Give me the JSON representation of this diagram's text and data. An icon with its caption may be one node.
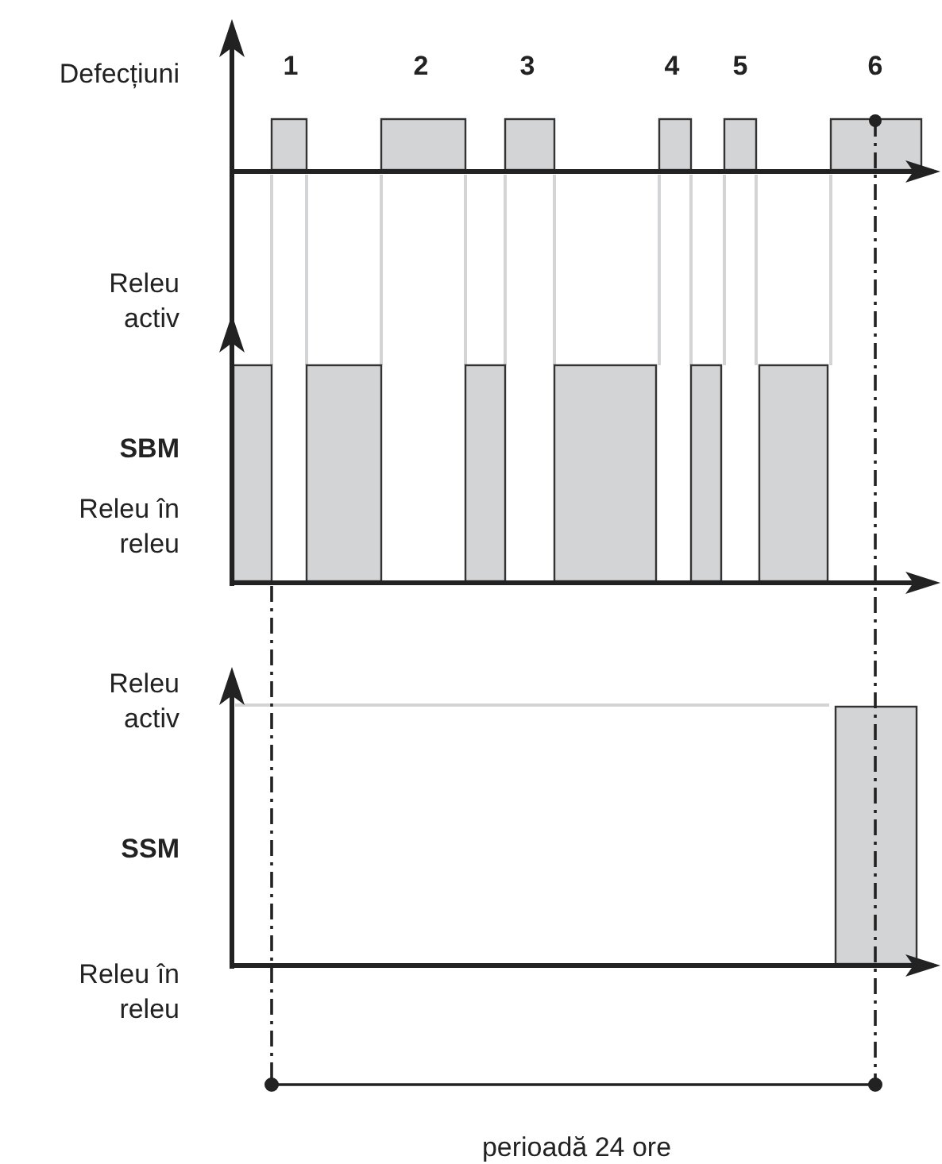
{
  "diagram": {
    "labels": [
      "Defecțiuni",
      "1",
      "2",
      "3",
      "4",
      "5",
      "6",
      "Releu activ",
      "SBM",
      "Releu în releu",
      "Releu activ",
      "SSM",
      "Releu în releu",
      "perioadă 24 ore"
    ]
  }
}
